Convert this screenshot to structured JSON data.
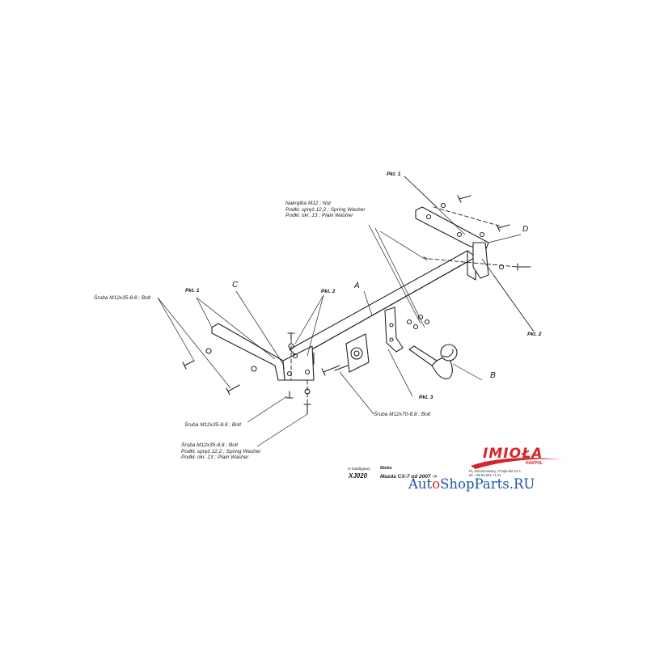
{
  "labels": {
    "pkt1_top": "Pkt. 1",
    "pkt1_left": "Pkt. 1",
    "pkt2_left": "Pkt. 2",
    "pkt2_right": "Pkt. 2",
    "pkt3": "Pkt. 3",
    "A": "A",
    "B": "B",
    "C": "C",
    "D": "D"
  },
  "callouts": {
    "nut_block": [
      "Nakrętka  M12 ; Nut",
      "Podkł. spręż.12,2 ; Spring Washer",
      "Podkł. okr. 13 ; Plain Washer"
    ],
    "bolt_left": "Śruba M12x35-8.8 ;  Bolt",
    "bolt_mid": "Śruba M12x35-8.8 ;  Bolt",
    "bolt_washer_block": [
      "Śruba M12x35-8.8 ;  Bolt",
      "Podkł. spręż.12,2 ; Spring Washer",
      "Podkł. okr. 13 ; Plain Washer"
    ],
    "bolt_long": "Śruba M12x70-8.8 ;  Bolt"
  },
  "title_block": {
    "col1_header": "nr katalogowy",
    "col2_header": "Marka",
    "code": "XJ020",
    "model": "Mazda CX-7   od   2007 ->"
  },
  "brand": {
    "name": "IMIOŁA",
    "sub": "HAKPOL",
    "address": [
      "PL 333 Bomowicy, Chopinola 23 A",
      "tel. +48 64 631 71 21"
    ],
    "color": "#d8232a"
  },
  "watermark": {
    "before": "Aut",
    "ball": "o",
    "after": "ShopParts.RU",
    "color": "#1a56a8"
  }
}
